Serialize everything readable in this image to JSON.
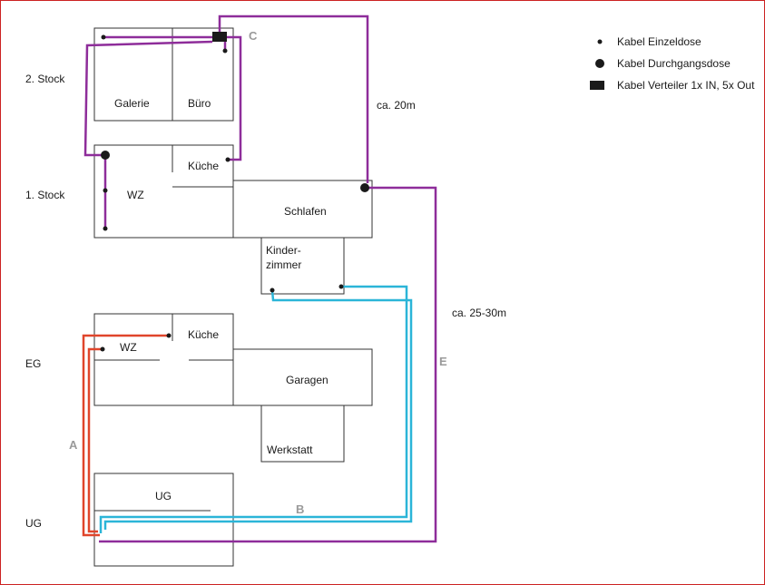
{
  "floors": {
    "second": "2. Stock",
    "first": "1. Stock",
    "ground": "EG",
    "basement": "UG"
  },
  "rooms": {
    "galerie": "Galerie",
    "buero": "Büro",
    "wz_1": "WZ",
    "kueche_1": "Küche",
    "schlafen": "Schlafen",
    "kinder_1": "Kinder-",
    "kinder_2": "zimmer",
    "wz_eg": "WZ",
    "kueche_eg": "Küche",
    "garagen": "Garagen",
    "werkstatt": "Werkstatt",
    "ug": "UG"
  },
  "cables": {
    "a": "A",
    "b": "B",
    "c": "C",
    "e": "E",
    "len_c": "ca. 20m",
    "len_e": "ca. 25-30m"
  },
  "colors": {
    "purple": "#8e2d9a",
    "red": "#e0452b",
    "blue": "#2bb5d8"
  },
  "legend": {
    "single": "Kabel Einzeldose",
    "through": "Kabel Durchgangsdose",
    "splitter": "Kabel Verteiler 1x IN, 5x Out"
  }
}
